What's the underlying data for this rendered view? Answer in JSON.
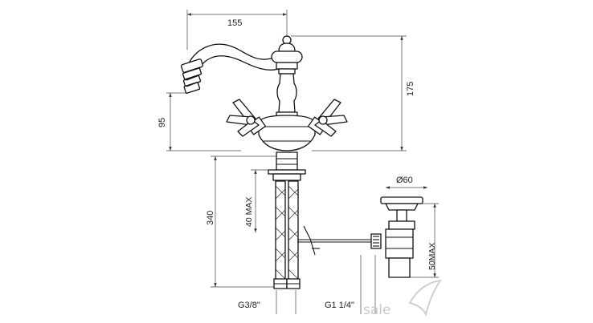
{
  "dimensions": {
    "top_width": "155",
    "total_height": "175",
    "spout_height": "95",
    "hose_length": "340",
    "max_thickness": "40 MAX",
    "hose_thread": "G3/8\"",
    "waste_thread": "G1 1/4\"",
    "waste_diameter": "Ø60",
    "waste_max": "50MAX"
  },
  "watermark": {
    "text": "sale"
  }
}
